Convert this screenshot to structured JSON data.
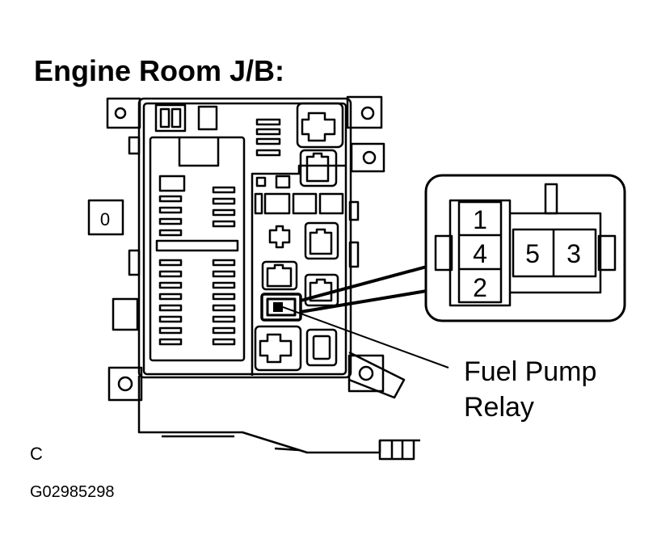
{
  "title": "Engine Room J/B:",
  "callout": {
    "line1": "Fuel Pump",
    "line2": "Relay"
  },
  "relay_terminals": {
    "t1": "1",
    "t4": "4",
    "t2": "2",
    "t5": "5",
    "t3": "3"
  },
  "junction_box_label": "0",
  "caption": {
    "view": "C",
    "figure_id": "G02985298"
  }
}
